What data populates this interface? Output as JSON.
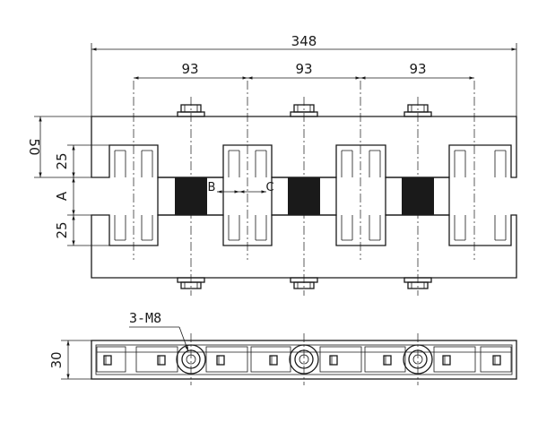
{
  "dimensions": {
    "overall_width": "348",
    "spacing_1": "93",
    "spacing_2": "93",
    "spacing_3": "93",
    "total_height": "50",
    "upper_slot_height": "25",
    "gap_label": "A",
    "lower_slot_height": "25",
    "gap_b": "B",
    "gap_c": "C",
    "side_thickness": "30"
  },
  "annotations": {
    "thread_callout": "3-M8"
  }
}
